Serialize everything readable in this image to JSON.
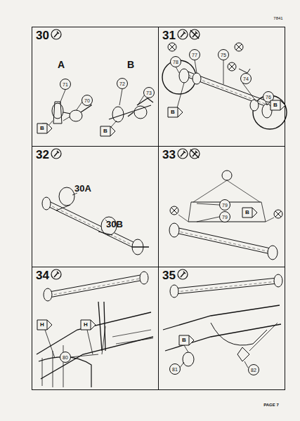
{
  "diagram": {
    "nodes": [
      {
        "text": [
          "30"
        ]
      },
      {
        "text": [
          "31"
        ]
      },
      {
        "text": [
          "32"
        ]
      },
      {
        "text": [
          "33"
        ]
      },
      {
        "text": [
          "34"
        ]
      },
      {
        "text": [
          "35"
        ]
      }
    ],
    "labels": [
      "7841",
      "A",
      "B",
      "71",
      "70",
      "B",
      "72",
      "73",
      "B",
      "78",
      "77",
      "75",
      "74",
      "76",
      "B",
      "B",
      "30A",
      "30B",
      "79",
      "79",
      "B",
      "H",
      "80",
      "H",
      "B",
      "81",
      "82",
      "PAGE 7"
    ]
  }
}
